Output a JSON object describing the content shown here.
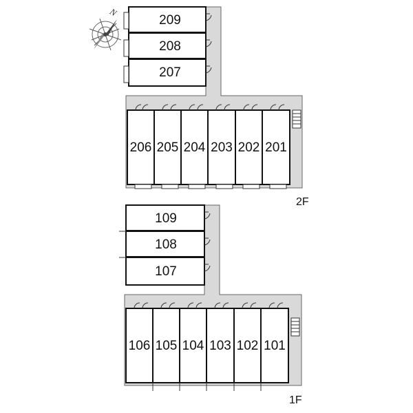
{
  "floors": [
    {
      "label": "2F",
      "north_wing_units": [
        "209",
        "208",
        "207"
      ],
      "south_wing_units": [
        "206",
        "205",
        "204",
        "203",
        "202",
        "201"
      ]
    },
    {
      "label": "1F",
      "north_wing_units": [
        "109",
        "108",
        "107"
      ],
      "south_wing_units": [
        "106",
        "105",
        "104",
        "103",
        "102",
        "101"
      ]
    }
  ],
  "compass": {
    "north_symbol": "N"
  },
  "colors": {
    "corridor": "#d9d9d9",
    "wall": "#111111",
    "background": "#ffffff"
  }
}
